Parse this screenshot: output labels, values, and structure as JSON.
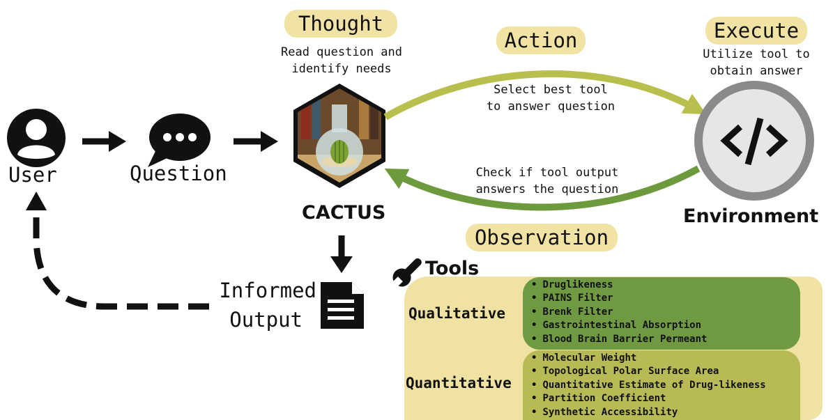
{
  "nodes": {
    "user": "User",
    "question": "Question",
    "agent": "CACTUS",
    "environment": "Environment",
    "output_line1": "Informed",
    "output_line2": "Output"
  },
  "steps": {
    "thought": {
      "label": "Thought",
      "desc_line1": "Read question and",
      "desc_line2": "identify needs"
    },
    "action": {
      "label": "Action",
      "desc_line1": "Select best tool",
      "desc_line2": "to answer question"
    },
    "execute": {
      "label": "Execute",
      "desc_line1": "Utilize tool to",
      "desc_line2": "obtain answer"
    },
    "observation": {
      "label": "Observation",
      "desc_line1": "Check if tool output",
      "desc_line2": "answers the question"
    }
  },
  "tools": {
    "title": "Tools",
    "qualitative": {
      "label": "Qualitative",
      "items": [
        "Druglikeness",
        "PAINS Filter",
        "Brenk Filter",
        "Gastrointestinal Absorption",
        "Blood Brain Barrier Permeant"
      ]
    },
    "quantitative": {
      "label": "Quantitative",
      "items": [
        "Molecular Weight",
        "Topological Polar Surface Area",
        "Quantitative Estimate of Drug-likeness",
        "Partition Coefficient",
        "Synthetic Accessibility"
      ]
    }
  },
  "colors": {
    "pill": "#f1e3a4",
    "action_arrow": "#b9bf4c",
    "observation_arrow": "#6e9a3e",
    "qualitative_box": "#6f9a41",
    "quantitative_box": "#b8ba55",
    "tools_bg": "#efe2a3",
    "environment_ring": "#8a8a8a",
    "environment_fill": "#e6e6e6"
  },
  "icons": [
    "user-icon",
    "speech-bubble-icon",
    "cactus-flask-icon",
    "code-icon",
    "document-icon",
    "wrench-icon"
  ]
}
